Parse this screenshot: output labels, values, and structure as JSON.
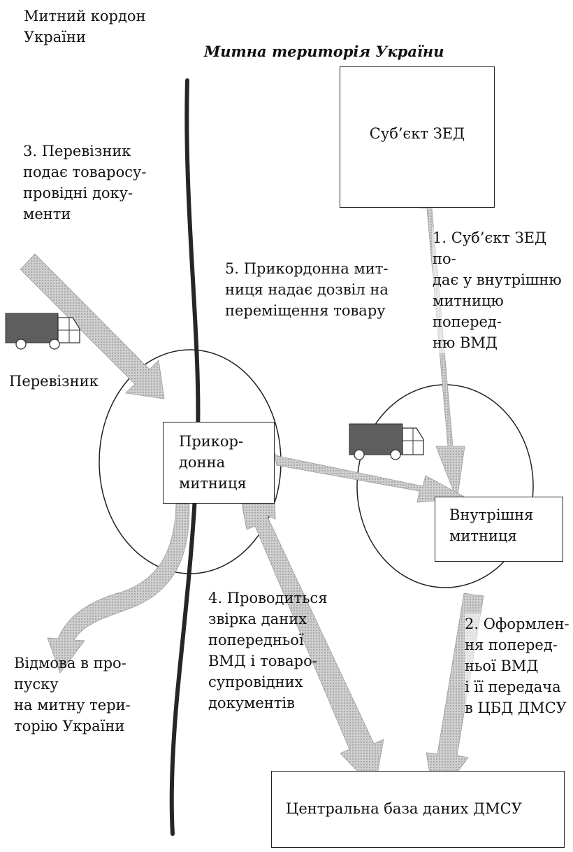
{
  "labels": {
    "border_label": "Митний кордон\nУкраїни",
    "territory_label": "Митна територія України",
    "carrier_label": "Перевізник",
    "step1": "1. Суб’єкт ЗЕД по-\nдає у внутрішню\nмитницю поперед-\nню ВМД",
    "step2": "2. Оформлен-\nня поперед-\nньої ВМД\nі її передача\nв ЦБД ДМСУ",
    "step3": "3. Перевізник\nподає товаросу-\nпровідні доку-\nменти",
    "step4": "4. Проводиться\nзвірка даних\nпопередньої\nВМД і товаро-\nсупровідних\nдокументів",
    "step5": "5. Прикордонна мит-\nниця надає дозвіл  на\nпереміщення товару",
    "refusal": "Відмова в про-\nпуску\nна митну тери-\nторію України"
  },
  "boxes": {
    "subject": "Суб’єкт ЗЕД",
    "border_customs": "Прикор-\nдонна\nмитниця",
    "inner_customs": "Внутрішня\nмитниця",
    "central_db": "Центральна база даних ДМСУ"
  },
  "colors": {
    "arrow": "#c4c4c4",
    "arrow_edge": "#a6a6a6",
    "truck_body": "#5e5e5e",
    "border_line": "#262626"
  }
}
